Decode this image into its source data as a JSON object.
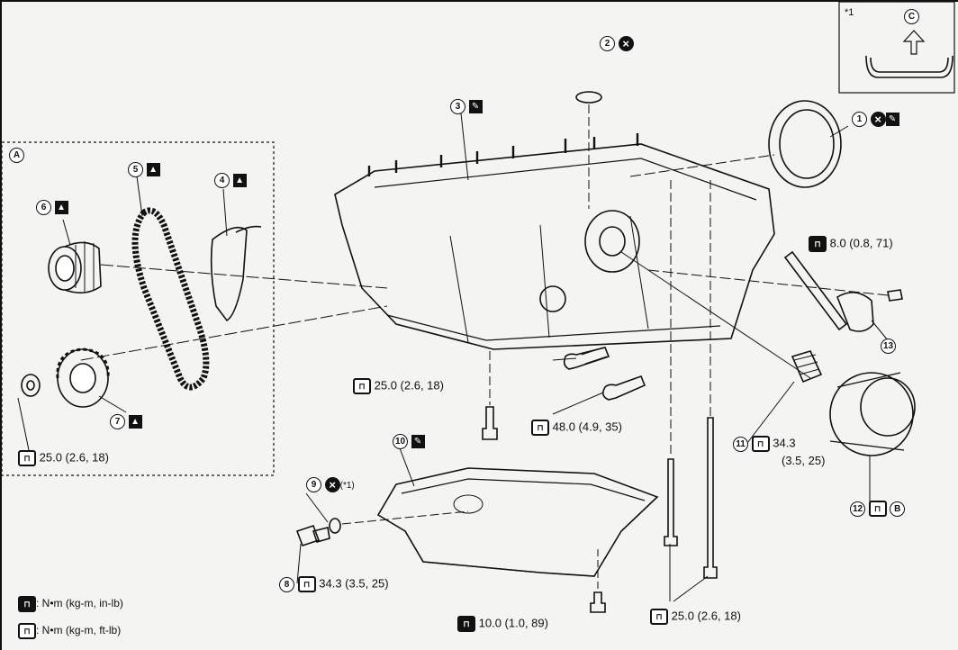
{
  "inset_note": "*1",
  "inset_label": "C",
  "view_a_label": "A",
  "ref_b": "B",
  "parts": [
    {
      "num": "1",
      "marks": [
        "x",
        "pen"
      ]
    },
    {
      "num": "2",
      "marks": [
        "x"
      ]
    },
    {
      "num": "3",
      "marks": [
        "pen"
      ]
    },
    {
      "num": "4",
      "marks": [
        "oil"
      ]
    },
    {
      "num": "5",
      "marks": [
        "oil"
      ]
    },
    {
      "num": "6",
      "marks": [
        "oil"
      ]
    },
    {
      "num": "7",
      "marks": [
        "oil"
      ]
    },
    {
      "num": "8",
      "marks": []
    },
    {
      "num": "9",
      "marks": [
        "x"
      ],
      "note": "(*1)"
    },
    {
      "num": "10",
      "marks": [
        "pen"
      ]
    },
    {
      "num": "11",
      "marks": []
    },
    {
      "num": "12",
      "marks": []
    },
    {
      "num": "13",
      "marks": []
    }
  ],
  "torques": {
    "t_8_0": "8.0 (0.8, 71)",
    "t_25_a": "25.0 (2.6, 18)",
    "t_48": "48.0 (4.9, 35)",
    "t_25_sprocket": "25.0 (2.6, 18)",
    "t_34_11a": "34.3",
    "t_34_11b": "(3.5, 25)",
    "t_34_8": "34.3 (3.5, 25)",
    "t_10": "10.0 (1.0, 89)",
    "t_25_bottom": "25.0 (2.6, 18)"
  },
  "legend": {
    "inlb": ": N•m (kg-m, in-lb)",
    "ftlb": ": N•m (kg-m, ft-lb)"
  }
}
